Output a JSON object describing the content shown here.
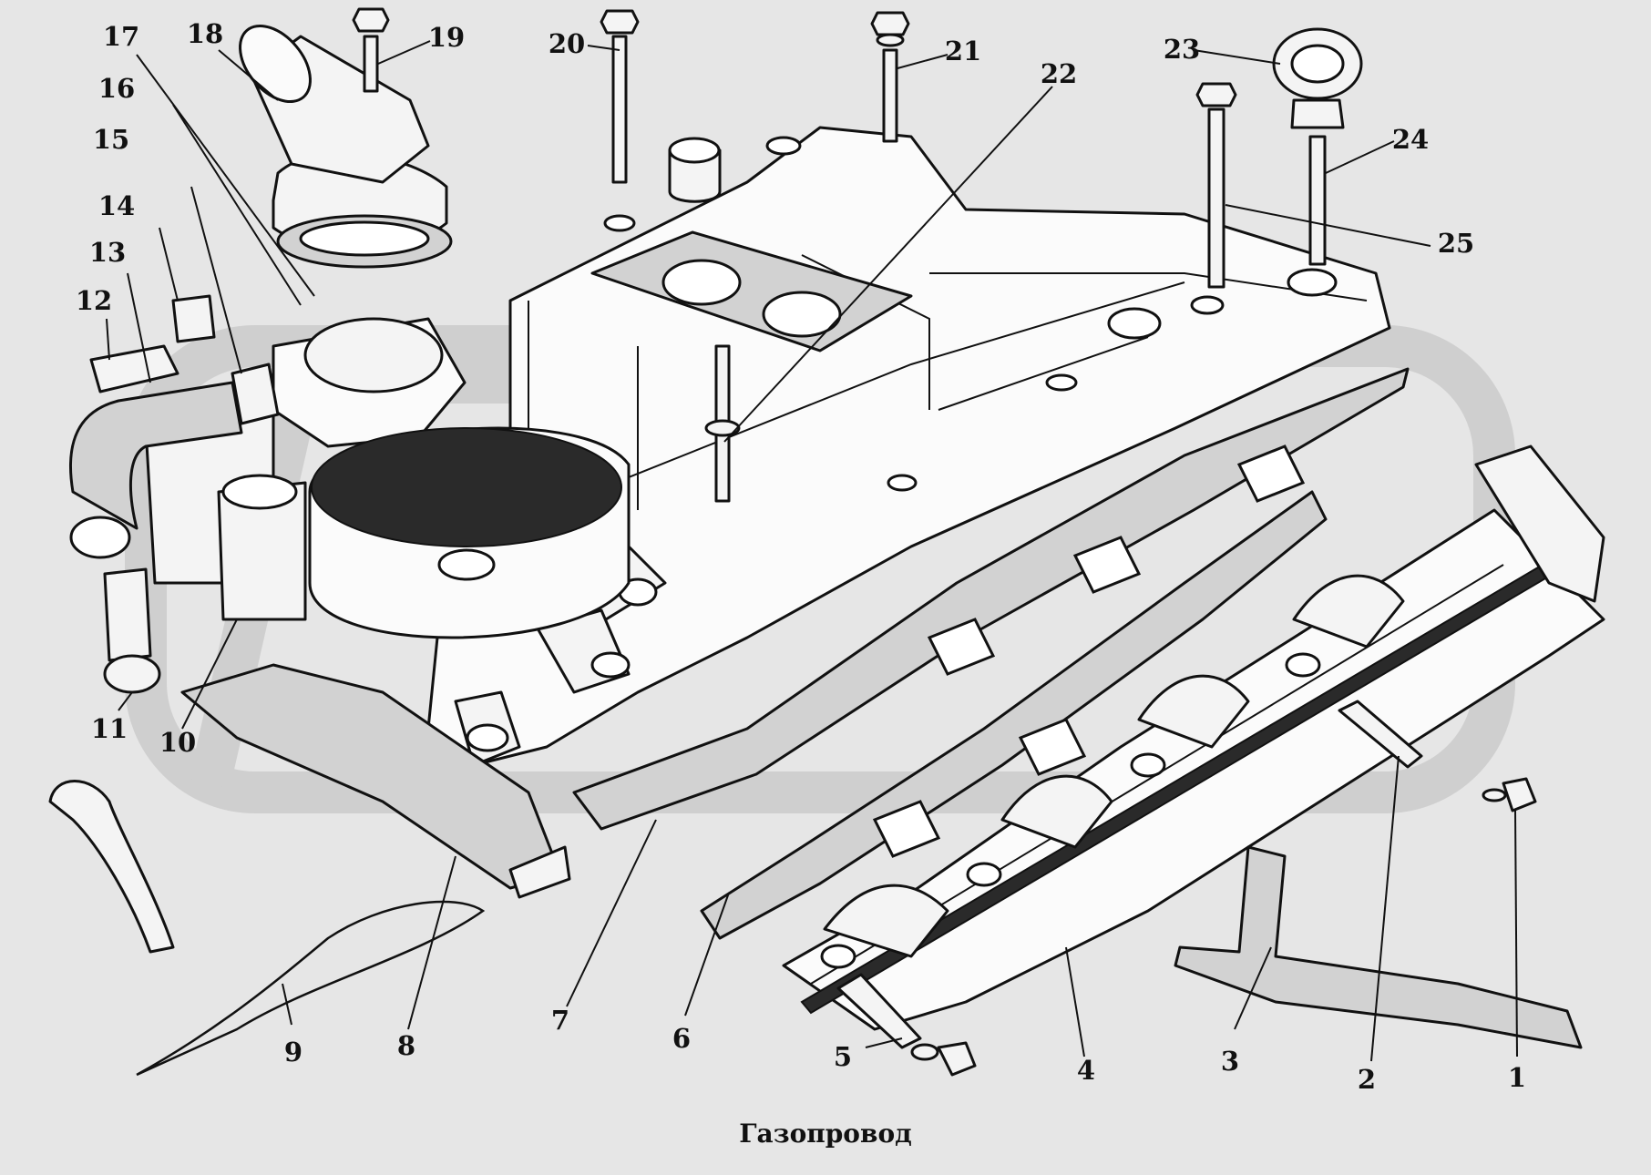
{
  "caption": "Газопровод",
  "callouts": [
    "1",
    "2",
    "3",
    "4",
    "5",
    "6",
    "7",
    "8",
    "9",
    "10",
    "11",
    "12",
    "13",
    "14",
    "15",
    "16",
    "17",
    "18",
    "19",
    "20",
    "21",
    "22",
    "23",
    "24",
    "25"
  ],
  "colors": {
    "background": "#e6e6e6",
    "ink": "#111111",
    "watermark": "#cfcfcf"
  }
}
